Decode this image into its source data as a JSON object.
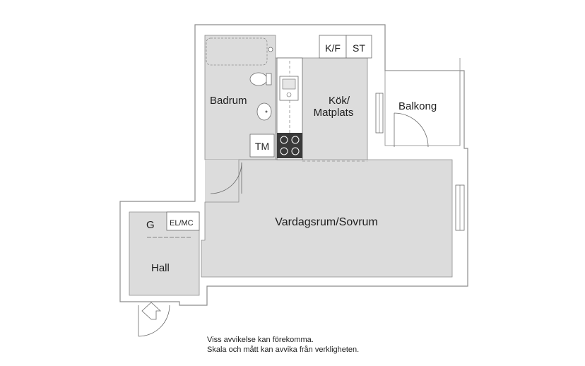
{
  "rooms": {
    "badrum": "Badrum",
    "kok_line1": "Kök/",
    "kok_line2": "Matplats",
    "balkong": "Balkong",
    "vardagsrum": "Vardagsrum/Sovrum",
    "hall": "Hall",
    "g": "G",
    "el_mc": "EL/MC",
    "tm": "TM",
    "kf": "K/F",
    "st": "ST"
  },
  "notes": {
    "line1": "Viss avvikelse kan förekomma.",
    "line2": "Skala och mått kan avvika från verkligheten."
  },
  "colors": {
    "wall": "#ffffff",
    "wall_stroke": "#8c8c8c",
    "floor": "#dcdcdc",
    "text": "#1e1e1e",
    "stove": "#3a3a3a"
  }
}
